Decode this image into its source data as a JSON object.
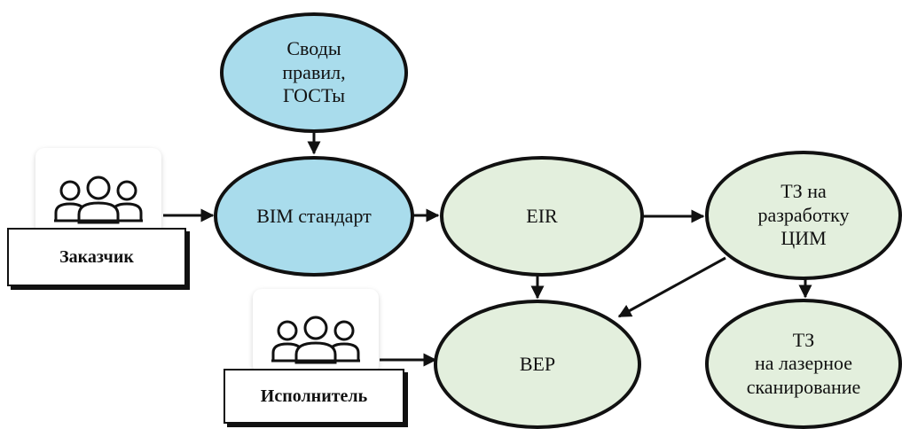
{
  "nodes": {
    "codes": {
      "label": "Своды\nправил,\nГОСТы"
    },
    "bim": {
      "label": "BIM стандарт"
    },
    "eir": {
      "label": "EIR"
    },
    "tz_cim": {
      "label": "ТЗ на\nразработку\nЦИМ"
    },
    "bep": {
      "label": "BEP"
    },
    "tz_laser": {
      "label": "ТЗ\nна лазерное\nсканирование"
    }
  },
  "actors": {
    "customer": {
      "label": "Заказчик",
      "icon": "people-group-icon"
    },
    "contractor": {
      "label": "Исполнитель",
      "icon": "people-group-icon"
    }
  },
  "colors": {
    "blue": "#a9dcec",
    "green": "#e3efdd",
    "stroke": "#111111"
  },
  "edges": [
    {
      "from": "codes",
      "to": "bim"
    },
    {
      "from": "customer",
      "to": "bim"
    },
    {
      "from": "bim",
      "to": "eir"
    },
    {
      "from": "eir",
      "to": "tz_cim"
    },
    {
      "from": "eir",
      "to": "bep"
    },
    {
      "from": "tz_cim",
      "to": "bep"
    },
    {
      "from": "tz_cim",
      "to": "tz_laser"
    },
    {
      "from": "contractor",
      "to": "bep"
    }
  ]
}
